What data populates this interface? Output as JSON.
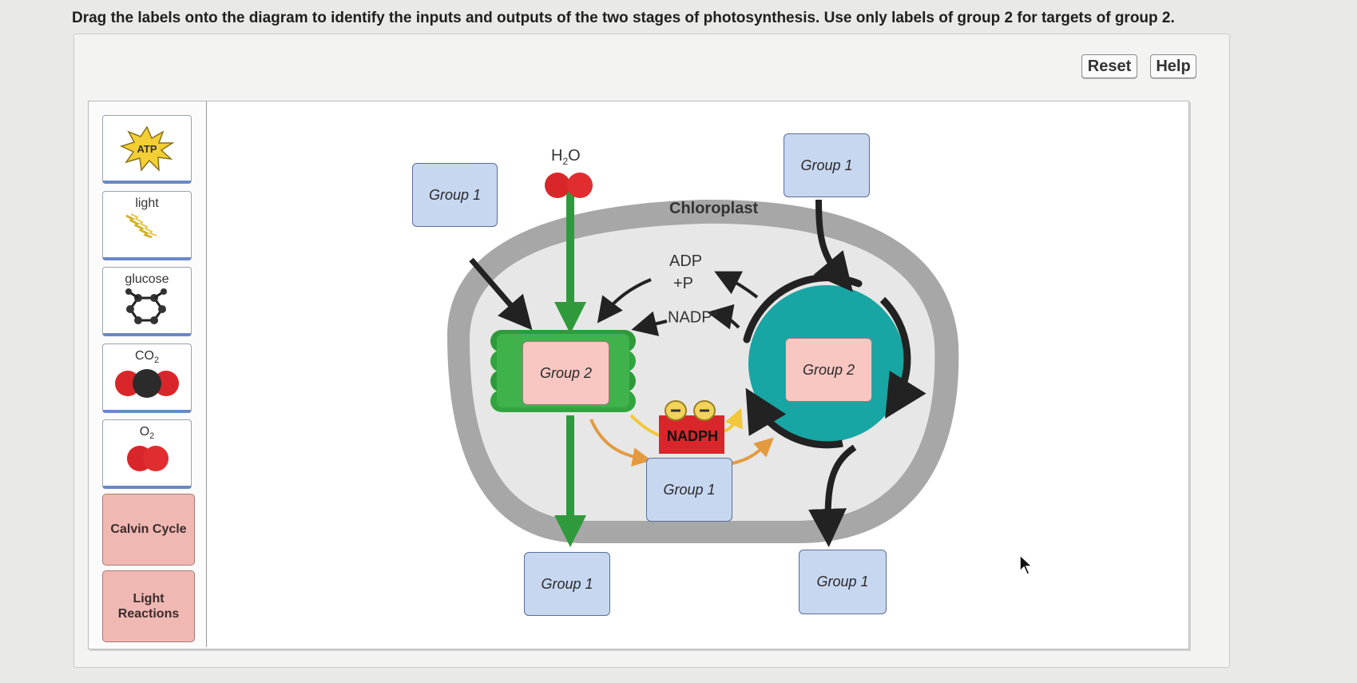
{
  "instructions": "Drag the labels onto the diagram to identify the inputs and outputs of the two stages of photosynthesis. Use only labels of group 2 for targets of group 2.",
  "buttons": {
    "reset": "Reset",
    "help": "Help"
  },
  "palette": {
    "atp": "ATP",
    "light": "light",
    "glucose": "glucose",
    "co2": "CO",
    "co2_sub": "2",
    "o2": "O",
    "o2_sub": "2",
    "calvin": "Calvin Cycle",
    "light_reactions": "Light\nReactions"
  },
  "diagram": {
    "h2o": "H",
    "h2o_sub": "2",
    "h2o_end": "O",
    "chloroplast": "Chloroplast",
    "adp": "ADP",
    "p": "+P",
    "nadp": "NADP",
    "nadp_sup": "+",
    "nadph": "NADPH",
    "targets": {
      "g1_top_left": "Group 1",
      "g1_top_right": "Group 1",
      "g2_left": "Group 2",
      "g2_right": "Group 2",
      "g1_middle": "Group 1",
      "g1_bottom_left": "Group 1",
      "g1_bottom_right": "Group 1"
    }
  },
  "colors": {
    "green": "#2f9a3c",
    "teal": "#17a6a3",
    "chloroplast_wall": "#a7a7a7",
    "stroma": "#e7e7e7",
    "nadph_red": "#d9262a",
    "orange_arrow": "#e39a3f",
    "yellow_arrow": "#f2c83a",
    "group1": "#c7d7f0",
    "group2": "#f8c7c2"
  }
}
